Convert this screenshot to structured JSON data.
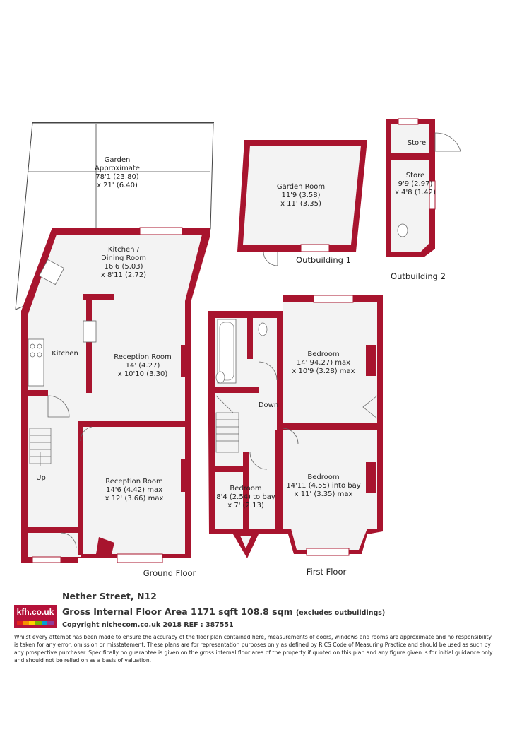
{
  "rooms": {
    "garden": {
      "name": "Garden",
      "line1": "Approximate",
      "line2": "78'1 (23.80)",
      "line3": "x 21' (6.40)"
    },
    "kitchen_dining": {
      "name": "Kitchen /",
      "line1": "Dining Room",
      "line2": "16'6 (5.03)",
      "line3": "x 8'11 (2.72)"
    },
    "kitchen": {
      "name": "Kitchen"
    },
    "reception1": {
      "name": "Reception Room",
      "line1": "14' (4.27)",
      "line2": "x 10'10 (3.30)"
    },
    "reception2": {
      "name": "Reception Room",
      "line1": "14'6 (4.42) max",
      "line2": "x 12' (3.66) max"
    },
    "up": "Up",
    "garden_room": {
      "name": "Garden Room",
      "line1": "11'9 (3.58)",
      "line2": "x 11' (3.35)"
    },
    "store_top": {
      "name": "Store"
    },
    "store": {
      "name": "Store",
      "line1": "9'9 (2.97)",
      "line2": "x 4'8 (1.42)"
    },
    "bedroom1": {
      "name": "Bedroom",
      "line1": "14' 94.27) max",
      "line2": "x 10'9 (3.28) max"
    },
    "down": "Down",
    "bedroom2": {
      "name": "Bedroom",
      "line1": "14'11 (4.55) into bay",
      "line2": "x 11' (3.35) max"
    },
    "bedroom3": {
      "name": "Bedroom",
      "line1": "8'4 (2.54) to bay",
      "line2": "x 7' (2.13)"
    }
  },
  "floor_labels": {
    "ground": "Ground Floor",
    "first": "First Floor",
    "outbuilding1": "Outbuilding 1",
    "outbuilding2": "Outbuilding 2"
  },
  "footer": {
    "logo": "kfh.co.uk",
    "address": "Nether Street, N12",
    "gifa": "Gross Internal Floor Area 1171 sqft 108.8 sqm",
    "gifa_note": "(excludes outbuildings)",
    "copyright": "Copyright nichecom.co.uk 2018 REF : 387551",
    "disclaimer": "Whilst every attempt has been made to ensure the accuracy of the floor plan contained here, measurements of doors, windows and rooms are approximate and no responsibility is taken for any error, omission or misstatement.  These plans are for representation purposes only as defined by RICS Code of Measuring Practice and should be used as such by any prospective purchaser.  Specifically no guarantee is given on the gross internal floor area of the property if quoted on this plan and any figure given is for initial guidance only and should not be relied on as a basis of valuation."
  },
  "colors": {
    "wall": "#a8142e",
    "room_fill": "#f3f3f3",
    "logo_bg": "#b5123a",
    "logo_stripes": [
      "#e2231a",
      "#f39200",
      "#ffd200",
      "#7ab800",
      "#00a0d6",
      "#8e3b96"
    ]
  }
}
